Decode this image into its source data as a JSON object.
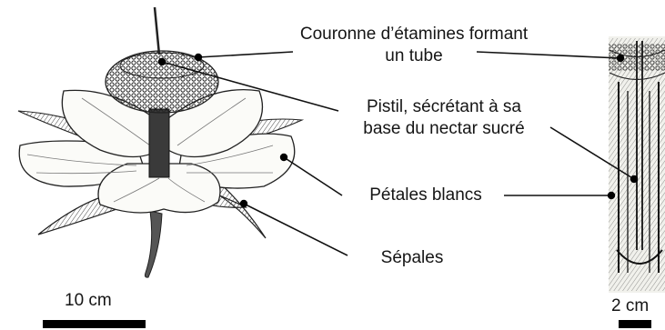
{
  "labels": {
    "couronne_line1": "Couronne d’étamines formant",
    "couronne_line2": "un tube",
    "pistil_line1": "Pistil, sécrétant à sa",
    "pistil_line2": "base du nectar sucré",
    "petales": "Pétales blancs",
    "sepales": "Sépales"
  },
  "scales": {
    "flower": "10 cm",
    "section": "2 cm"
  }
}
